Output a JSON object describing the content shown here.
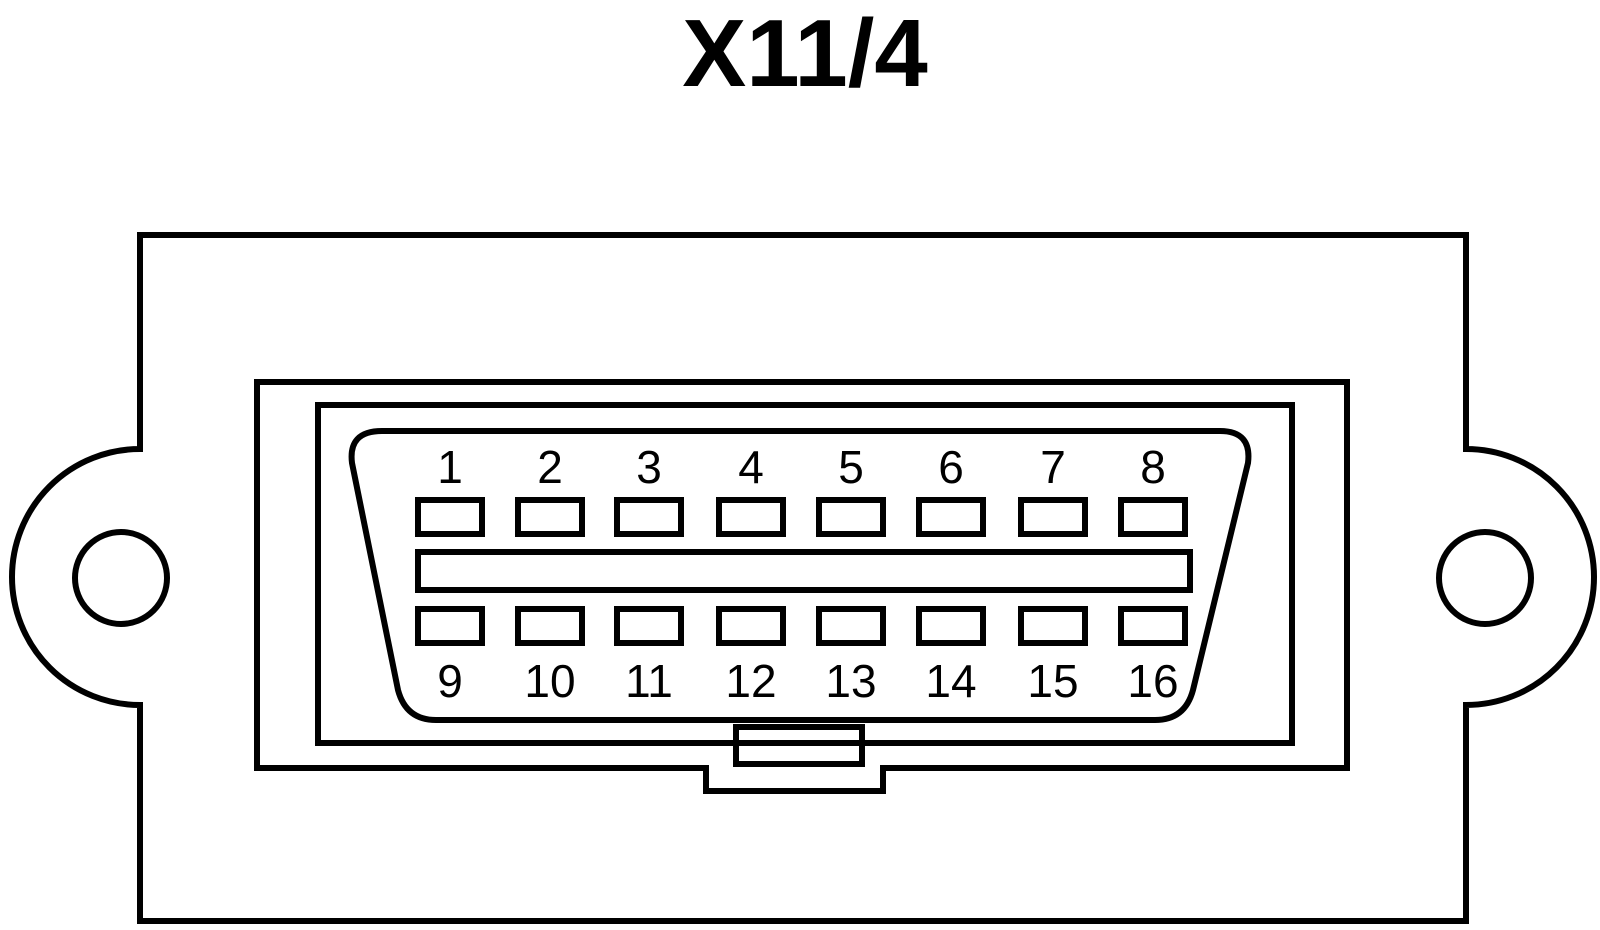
{
  "title": "X11/4",
  "line_color": "#000000",
  "background_color": "#ffffff",
  "connector": {
    "top_row_pins": [
      "1",
      "2",
      "3",
      "4",
      "5",
      "6",
      "7",
      "8"
    ],
    "bottom_row_pins": [
      "9",
      "10",
      "11",
      "12",
      "13",
      "14",
      "15",
      "16"
    ]
  }
}
